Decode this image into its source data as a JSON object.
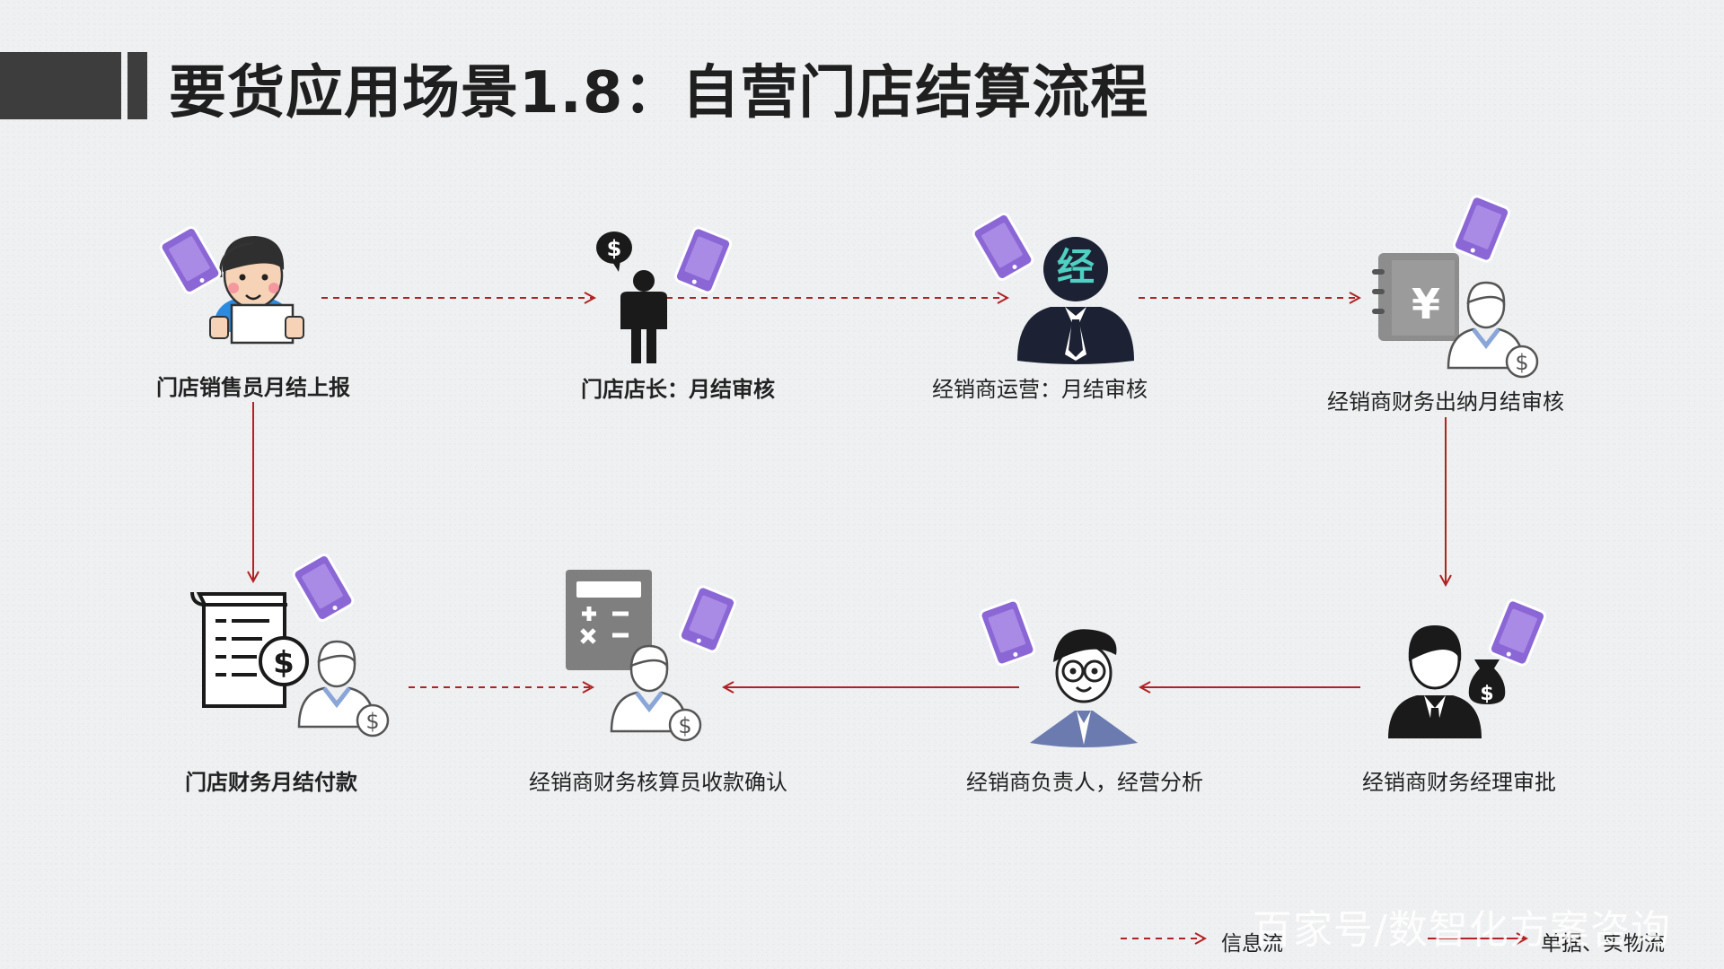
{
  "title": "要货应用场景1.8：自营门店结算流程",
  "nodes": [
    {
      "label": "门店销售员月结上报",
      "bold": true
    },
    {
      "label": "门店店长：月结审核",
      "bold": true
    },
    {
      "label": "经销商运营：月结审核",
      "bold": false
    },
    {
      "label": "经销商财务出纳月结审核",
      "bold": false
    },
    {
      "label": "经销商财务经理审批",
      "bold": false
    },
    {
      "label": "经销商负责人，经营分析",
      "bold": false
    },
    {
      "label": "经销商财务核算员收款确认",
      "bold": false
    },
    {
      "label": "门店财务月结付款",
      "bold": true
    }
  ],
  "icon_text": {
    "dealer_badge": "经",
    "currency_yuan": "¥",
    "currency_dollar": "$"
  },
  "legend": {
    "info_flow": "信息流",
    "doc_flow": "单据、实物流"
  },
  "watermark": "百家号/数智化方案咨询",
  "colors": {
    "arrow": "#b22222",
    "tablet": "#8b67d6",
    "dark": "#2f2f2f"
  }
}
